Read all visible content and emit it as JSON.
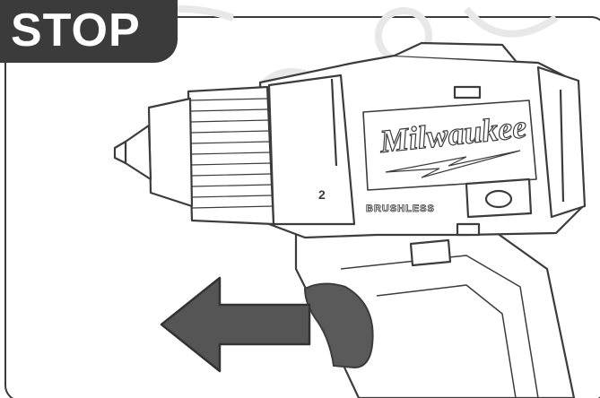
{
  "badge": {
    "label": "STOP",
    "color": "#3b3b3b",
    "text_color": "#ffffff"
  },
  "tool": {
    "brand": "Milwaukee",
    "motor_label": "BRUSHLESS"
  },
  "arrow": {
    "icon": "left-arrow-icon",
    "color": "#555555"
  },
  "trigger": {
    "color": "#5a5a5a"
  },
  "watermark": {
    "color": "#e6e6e6"
  }
}
